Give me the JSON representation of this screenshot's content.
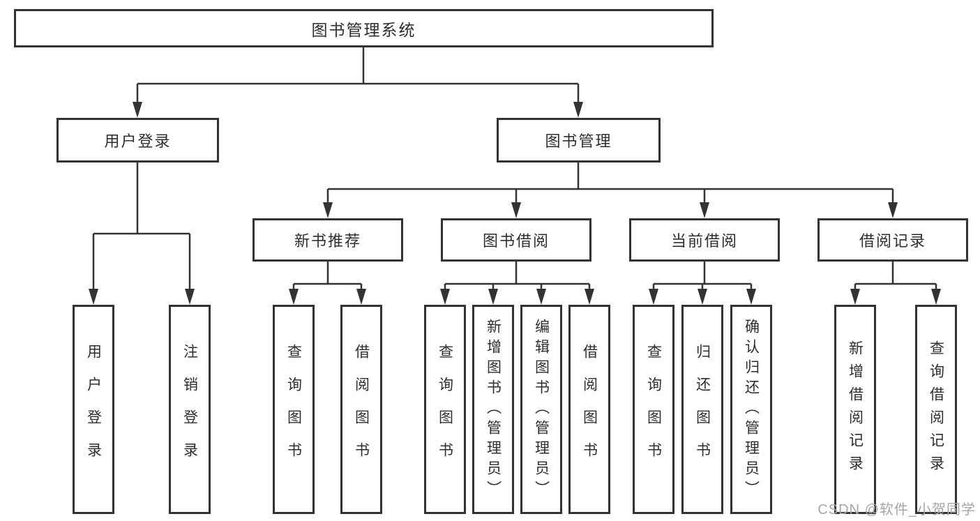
{
  "tree": {
    "label": "图书管理系统",
    "children": [
      {
        "label": "用户登录",
        "children": [
          {
            "label": "用户登录"
          },
          {
            "label": "注销登录"
          }
        ]
      },
      {
        "label": "图书管理",
        "children": [
          {
            "label": "新书推荐",
            "children": [
              {
                "label": "查询图书"
              },
              {
                "label": "借阅图书"
              }
            ]
          },
          {
            "label": "图书借阅",
            "children": [
              {
                "label": "查询图书"
              },
              {
                "label": "新增图书（管理员）"
              },
              {
                "label": "编辑图书（管理员）"
              },
              {
                "label": "借阅图书"
              }
            ]
          },
          {
            "label": "当前借阅",
            "children": [
              {
                "label": "查询图书"
              },
              {
                "label": "归还图书"
              },
              {
                "label": "确认归还（管理员）"
              }
            ]
          },
          {
            "label": "借阅记录",
            "children": [
              {
                "label": "新增借阅记录"
              },
              {
                "label": "查询借阅记录"
              }
            ]
          }
        ]
      }
    ]
  },
  "watermark": {
    "text": "CSDN @软件_小贺同学"
  },
  "colors": {
    "line": "#333333",
    "box_border": "#333333",
    "box_fill": "#ffffff",
    "text": "#2e2e2e",
    "watermark": "#a6a6a6",
    "background": "#ffffff"
  }
}
